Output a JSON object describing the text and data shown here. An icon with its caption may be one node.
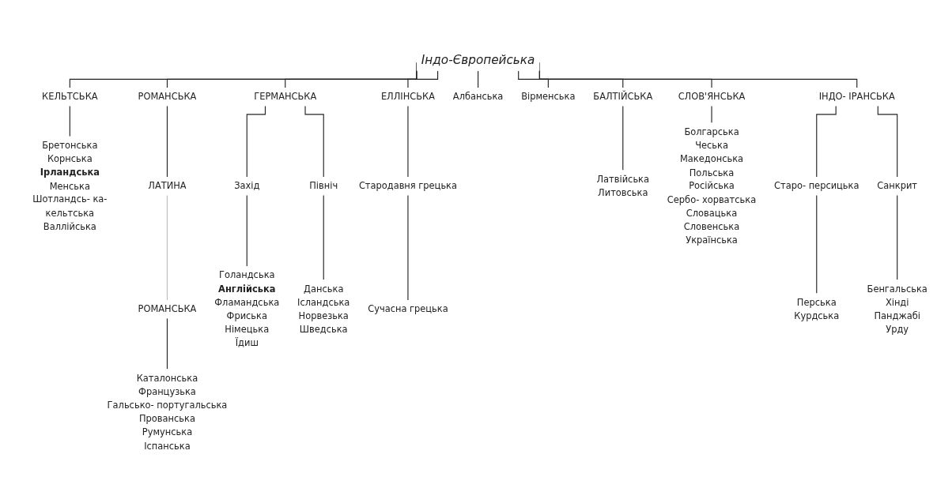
{
  "diagram": {
    "nodes": [
      {
        "text": [
          "Індо-Європейська"
        ]
      },
      {
        "text": [
          "КЕЛЬТСЬКА"
        ]
      },
      {
        "text": [
          "Бретонська",
          "Корнська",
          "Ірландська",
          "Менська",
          "Шотландсь- ка-кельтська",
          "Валлійська"
        ]
      },
      {
        "text": [
          "РОМАНСЬКА"
        ]
      },
      {
        "text": [
          "ЛАТИНА"
        ]
      },
      {
        "text": [
          "РОМАНСЬКА"
        ]
      },
      {
        "text": [
          "Каталонська",
          "Французька",
          "Гальсько- португальська",
          "Прованська",
          "Румунська",
          "Іспанська"
        ]
      },
      {
        "text": [
          "ГЕРМАНСЬКА"
        ]
      },
      {
        "text": [
          "Захід"
        ]
      },
      {
        "text": [
          "Північ"
        ]
      },
      {
        "text": [
          "Голандська",
          "Англійська",
          "Фламандська",
          "Фриська",
          "Німецька",
          "Їдиш"
        ]
      },
      {
        "text": [
          "Данська",
          "Ісландська",
          "Норвезька",
          "Шведська"
        ]
      },
      {
        "text": [
          "ЕЛЛІНСЬКА"
        ]
      },
      {
        "text": [
          "Стародавня грецька"
        ]
      },
      {
        "text": [
          "Сучасна грецька"
        ]
      },
      {
        "text": [
          "Албанська"
        ]
      },
      {
        "text": [
          "Вірменська"
        ]
      },
      {
        "text": [
          "БАЛТІЙСЬКА"
        ]
      },
      {
        "text": [
          "Латвійська",
          "Литовська"
        ]
      },
      {
        "text": [
          "СЛОВ'ЯНСЬКА"
        ]
      },
      {
        "text": [
          "Болгарська",
          "Чеська",
          "Македонська",
          "Польська",
          "Російська",
          "Сербо- хорватська",
          "Словацька",
          "Словенська",
          "Українська"
        ]
      },
      {
        "text": [
          "ІНДО- ІРАНСЬКА"
        ]
      },
      {
        "text": [
          "Старо- персицька"
        ]
      },
      {
        "text": [
          "Санкрит"
        ]
      },
      {
        "text": [
          "Перська",
          "Курдська"
        ]
      },
      {
        "text": [
          "Бенгальська",
          "Хінді",
          "Панджабі",
          "Урду"
        ]
      }
    ],
    "edges": [
      {
        "from": 0,
        "to": 1,
        "arrow": "none"
      },
      {
        "from": 0,
        "to": 3,
        "arrow": "none"
      },
      {
        "from": 0,
        "to": 7,
        "arrow": "none"
      },
      {
        "from": 0,
        "to": 12,
        "arrow": "none"
      },
      {
        "from": 0,
        "to": 15,
        "arrow": "none"
      },
      {
        "from": 0,
        "to": 16,
        "arrow": "none"
      },
      {
        "from": 0,
        "to": 17,
        "arrow": "none"
      },
      {
        "from": 0,
        "to": 19,
        "arrow": "none"
      },
      {
        "from": 0,
        "to": 21,
        "arrow": "none"
      },
      {
        "from": 1,
        "to": 2,
        "arrow": "none"
      },
      {
        "from": 3,
        "to": 4,
        "arrow": "none"
      },
      {
        "from": 4,
        "to": 5,
        "arrow": "none",
        "color": "#a8c0d8"
      },
      {
        "from": 5,
        "to": 6,
        "arrow": "none"
      },
      {
        "from": 7,
        "to": 8,
        "arrow": "none"
      },
      {
        "from": 7,
        "to": 9,
        "arrow": "none"
      },
      {
        "from": 8,
        "to": 10,
        "arrow": "none"
      },
      {
        "from": 9,
        "to": 11,
        "arrow": "none"
      },
      {
        "from": 12,
        "to": 13,
        "arrow": "none"
      },
      {
        "from": 13,
        "to": 14,
        "arrow": "none"
      },
      {
        "from": 17,
        "to": 18,
        "arrow": "none"
      },
      {
        "from": 19,
        "to": 20,
        "arrow": "none"
      },
      {
        "from": 21,
        "to": 22,
        "arrow": "none"
      },
      {
        "from": 21,
        "to": 23,
        "arrow": "none"
      },
      {
        "from": 22,
        "to": 24,
        "arrow": "none"
      },
      {
        "from": 23,
        "to": 25,
        "arrow": "none"
      }
    ]
  }
}
